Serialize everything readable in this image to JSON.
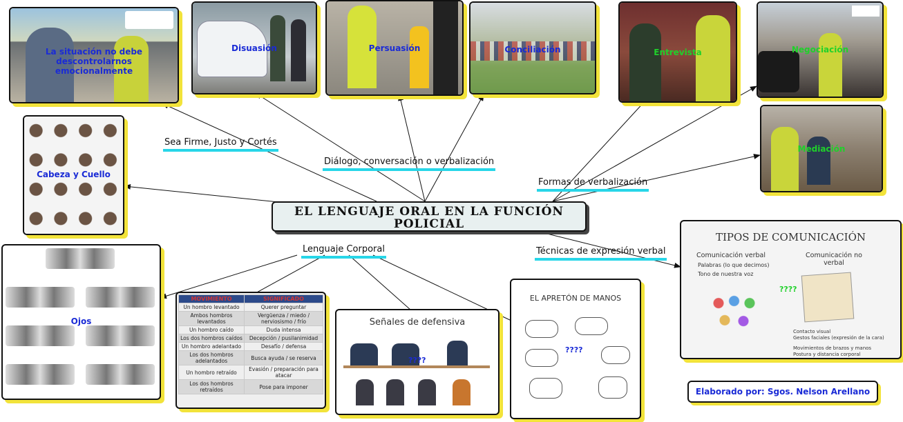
{
  "central_title": "EL LENGUAJE ORAL EN LA FUNCIÓN POLICIAL",
  "branches": {
    "firme": "Sea Firme, Justo y Cortés",
    "dialogo": "Diálogo, conversación o verbalización",
    "formas": "Formas de verbalización",
    "corporal": "Lenguaje Corporal",
    "tecnicas": "Técnicas de expresión verbal"
  },
  "photos": {
    "situacion": "La situación no debe descontrolarnos emocionalmente",
    "disuasion": "Disuasión",
    "persuasion": "Persuasión",
    "conciliacion": "Conciliación",
    "entrevista": "Entrevista",
    "negociacion": "Negociación",
    "mediacion": "Mediación",
    "cabeza": "Cabeza y Cuello",
    "ojos": "Ojos"
  },
  "table": {
    "headers": [
      "MOVIMIENTO",
      "SIGNIFICADO"
    ],
    "rows": [
      [
        "Un hombro levantado",
        "Querer preguntar"
      ],
      [
        "Ambos hombros levantados",
        "Vergüenza / miedo / nerviosismo / frío"
      ],
      [
        "Un hombro caído",
        "Duda intensa"
      ],
      [
        "Los dos hombros caídos",
        "Decepción / pusilanimidad"
      ],
      [
        "Un hombro adelantado",
        "Desafío / defensa"
      ],
      [
        "Los dos hombros adelantados",
        "Busca ayuda / se reserva"
      ],
      [
        "Un hombro retraído",
        "Evasión / preparación para atacar"
      ],
      [
        "Los dos hombros retraídos",
        "Pose para imponer"
      ]
    ]
  },
  "defensiva": {
    "title": "Señales de defensiva",
    "qm": "????"
  },
  "apreton": {
    "title": "EL APRETÓN DE MANOS",
    "qm": "????"
  },
  "tipos": {
    "title": "TIPOS DE COMUNICACIÓN",
    "verbal_heading": "Comunicación verbal",
    "verbal_items": [
      "Palabras (lo que decimos)",
      "Tono de nuestra voz"
    ],
    "noverbal_heading": "Comunicación no verbal",
    "noverbal_items": [
      "Contacto visual",
      "Gestos faciales (expresión de la cara)",
      "Movimientos de brazos y manos",
      "Postura y distancia corporal"
    ],
    "qm": "????"
  },
  "signature": "Elaborado por: Sgos. Nelson Arellano",
  "colors": {
    "highlight": "#27d6e8",
    "shadow": "#f2e33a",
    "label_blue": "#1a2bd6",
    "label_green": "#1fd12a"
  }
}
